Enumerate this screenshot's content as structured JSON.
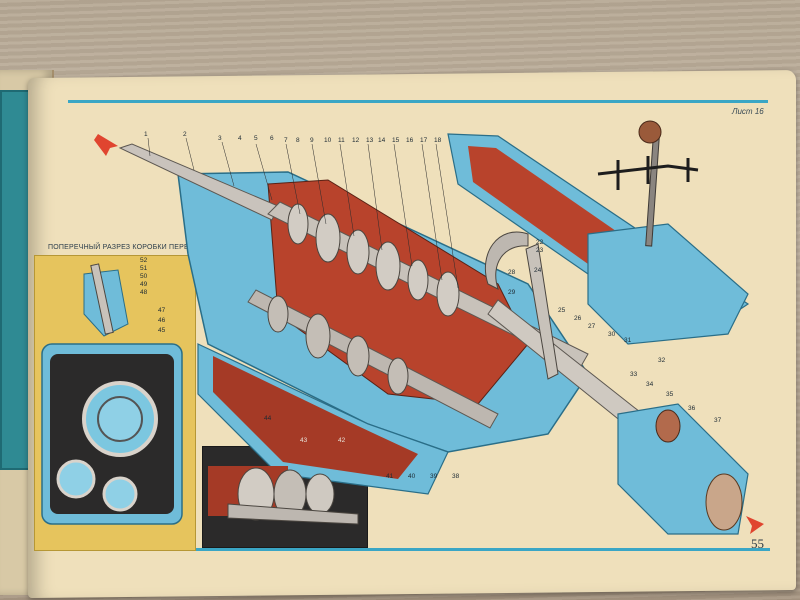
{
  "page": {
    "header_tag": "Лист 16",
    "page_number": "55",
    "inset_caption": "ПОПЕРЕЧНЫЙ РАЗРЕЗ КОРОБКИ ПЕРЕДАЧ"
  },
  "main_callouts": [
    "1",
    "2",
    "3",
    "4",
    "5",
    "6",
    "7",
    "8",
    "9",
    "10",
    "11",
    "12",
    "13",
    "14",
    "15",
    "16",
    "17",
    "18"
  ],
  "right_callouts": [
    "22",
    "23",
    "24",
    "25",
    "26",
    "27",
    "28",
    "29",
    "30",
    "31",
    "32",
    "33",
    "34",
    "35",
    "36",
    "37"
  ],
  "lower_callouts": [
    "38",
    "39",
    "40",
    "41",
    "44"
  ],
  "left_inset_callouts": [
    "52",
    "51",
    "50",
    "49",
    "48",
    "47",
    "46",
    "45"
  ],
  "bottom_inset_callouts": [
    "43",
    "42"
  ],
  "colors": {
    "page": "#efe0bb",
    "rule": "#3aa6c5",
    "housing_cut": "#5fb6d6",
    "housing_inner": "#b8432c",
    "metal": "#b9b4ae",
    "inset_yellow": "#e6c45d",
    "arrow_red": "#e0452f"
  }
}
